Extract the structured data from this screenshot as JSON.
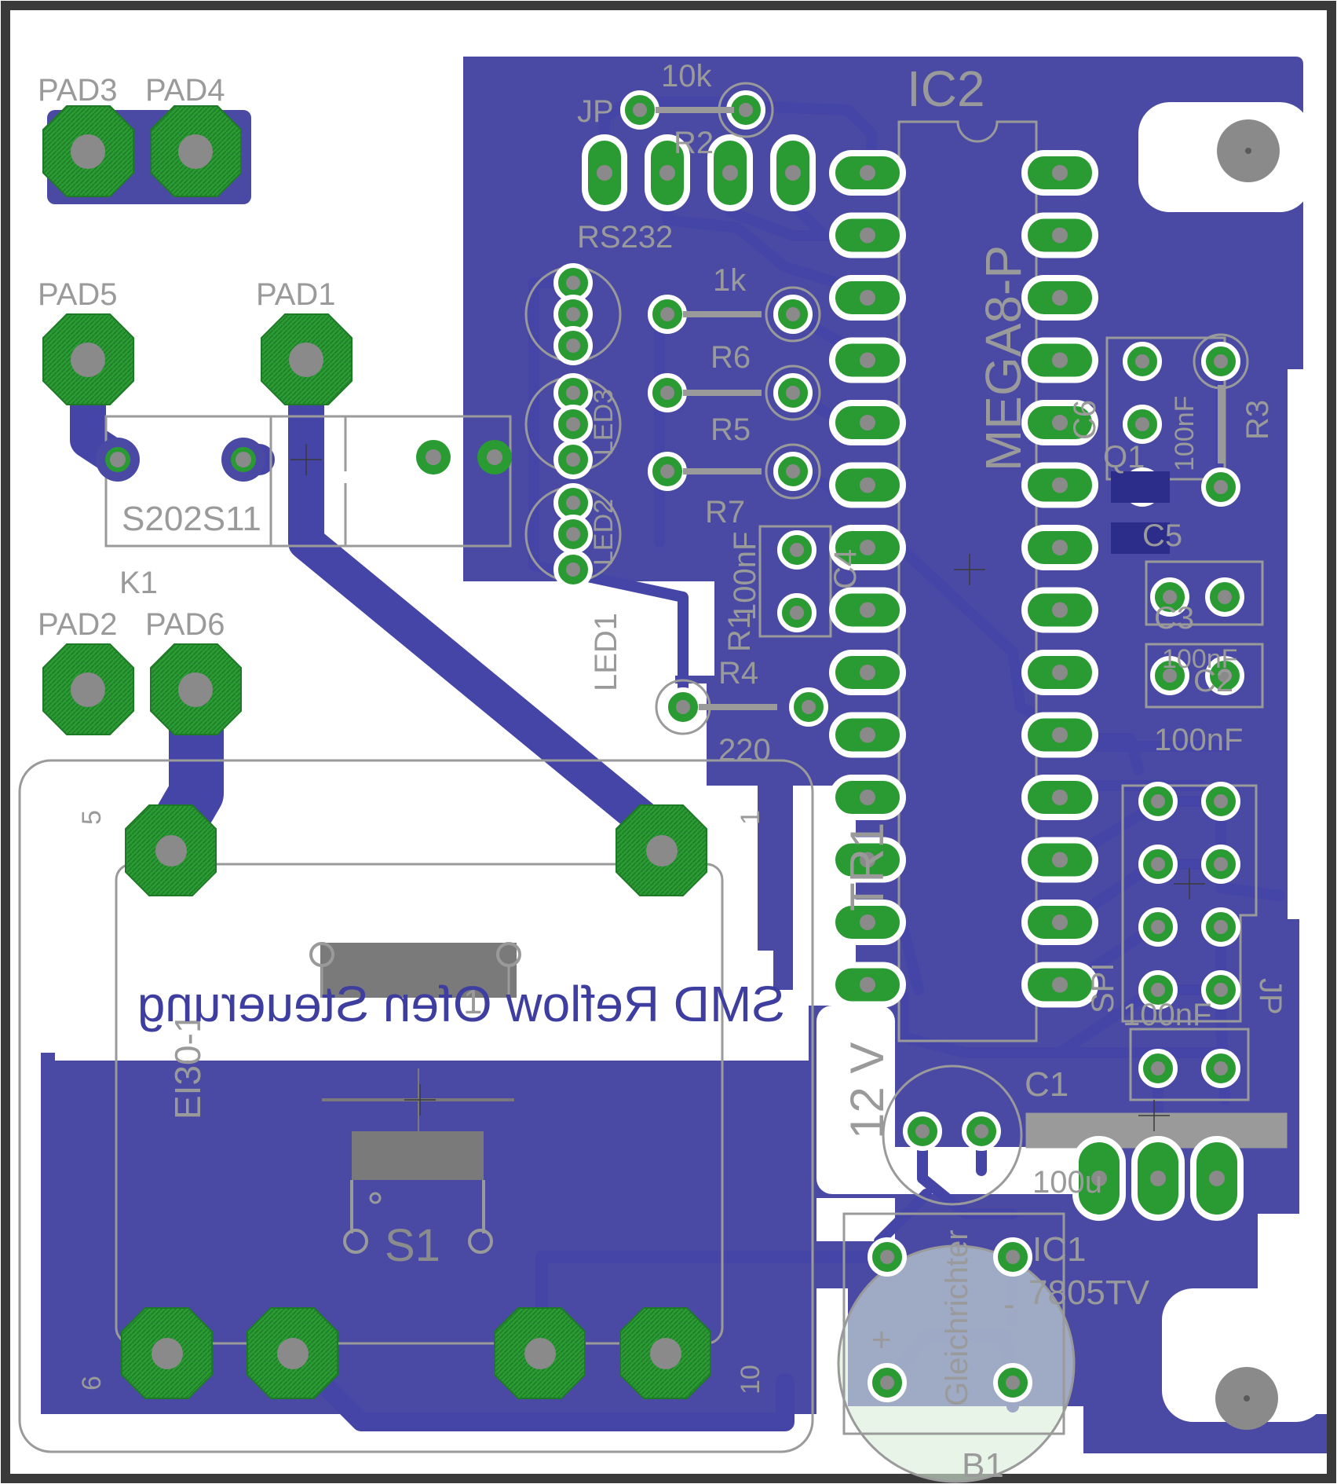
{
  "colors": {
    "board": "#ffffff",
    "border": "#3a3a3a",
    "copper_bottom": "#4a4aa5",
    "copper_trace": "#4545a8",
    "pad_green": "#2a9a32",
    "pad_dark": "#1f7a28",
    "drill": "#8a8a8a",
    "silkscreen": "#9a9a9a",
    "silk_fill": "#7a7a7a"
  },
  "labels": {
    "pad3": "PAD3",
    "pad4": "PAD4",
    "pad5": "PAD5",
    "pad1": "PAD1",
    "pad2": "PAD2",
    "pad6": "PAD6",
    "k1": "K1",
    "relay": "S202S11",
    "transformer": "EI30-1",
    "pin5": "5",
    "pin1": "1",
    "pin6": "6",
    "pin10": "10",
    "jp_top": "JP",
    "r10k": "10k",
    "r2": "R2",
    "rs232": "RS232",
    "r1k": "1k",
    "r6": "R6",
    "r5": "R5",
    "r7": "R7",
    "r1": "R1",
    "c4": "C4",
    "c100nf_left": "100nF",
    "r4": "R4",
    "r220": "220",
    "led1": "LED1",
    "led2": "LED2",
    "led3": "LED3",
    "ic2": "IC2",
    "mega": "MEGA8-P",
    "tr1": "TR1",
    "v12": "12 V",
    "q1": "Q1",
    "c6": "C6",
    "r3": "R3",
    "c5": "C5",
    "c3": "C3",
    "c2": "C2",
    "c100nf_a": "100nF",
    "c100nf_b": "100nF",
    "c100nf_c": "100nF",
    "c100nf_d": "100nF",
    "spi": "SPI",
    "jp_right": "JP",
    "c1": "C1",
    "c100u": "100u",
    "ic1": "IC1",
    "v7805": "7805TV",
    "glr": "Gleichrichter",
    "b1": "B1",
    "s1": "S1",
    "title": "SMD Reflow Ofen Steuerung"
  }
}
